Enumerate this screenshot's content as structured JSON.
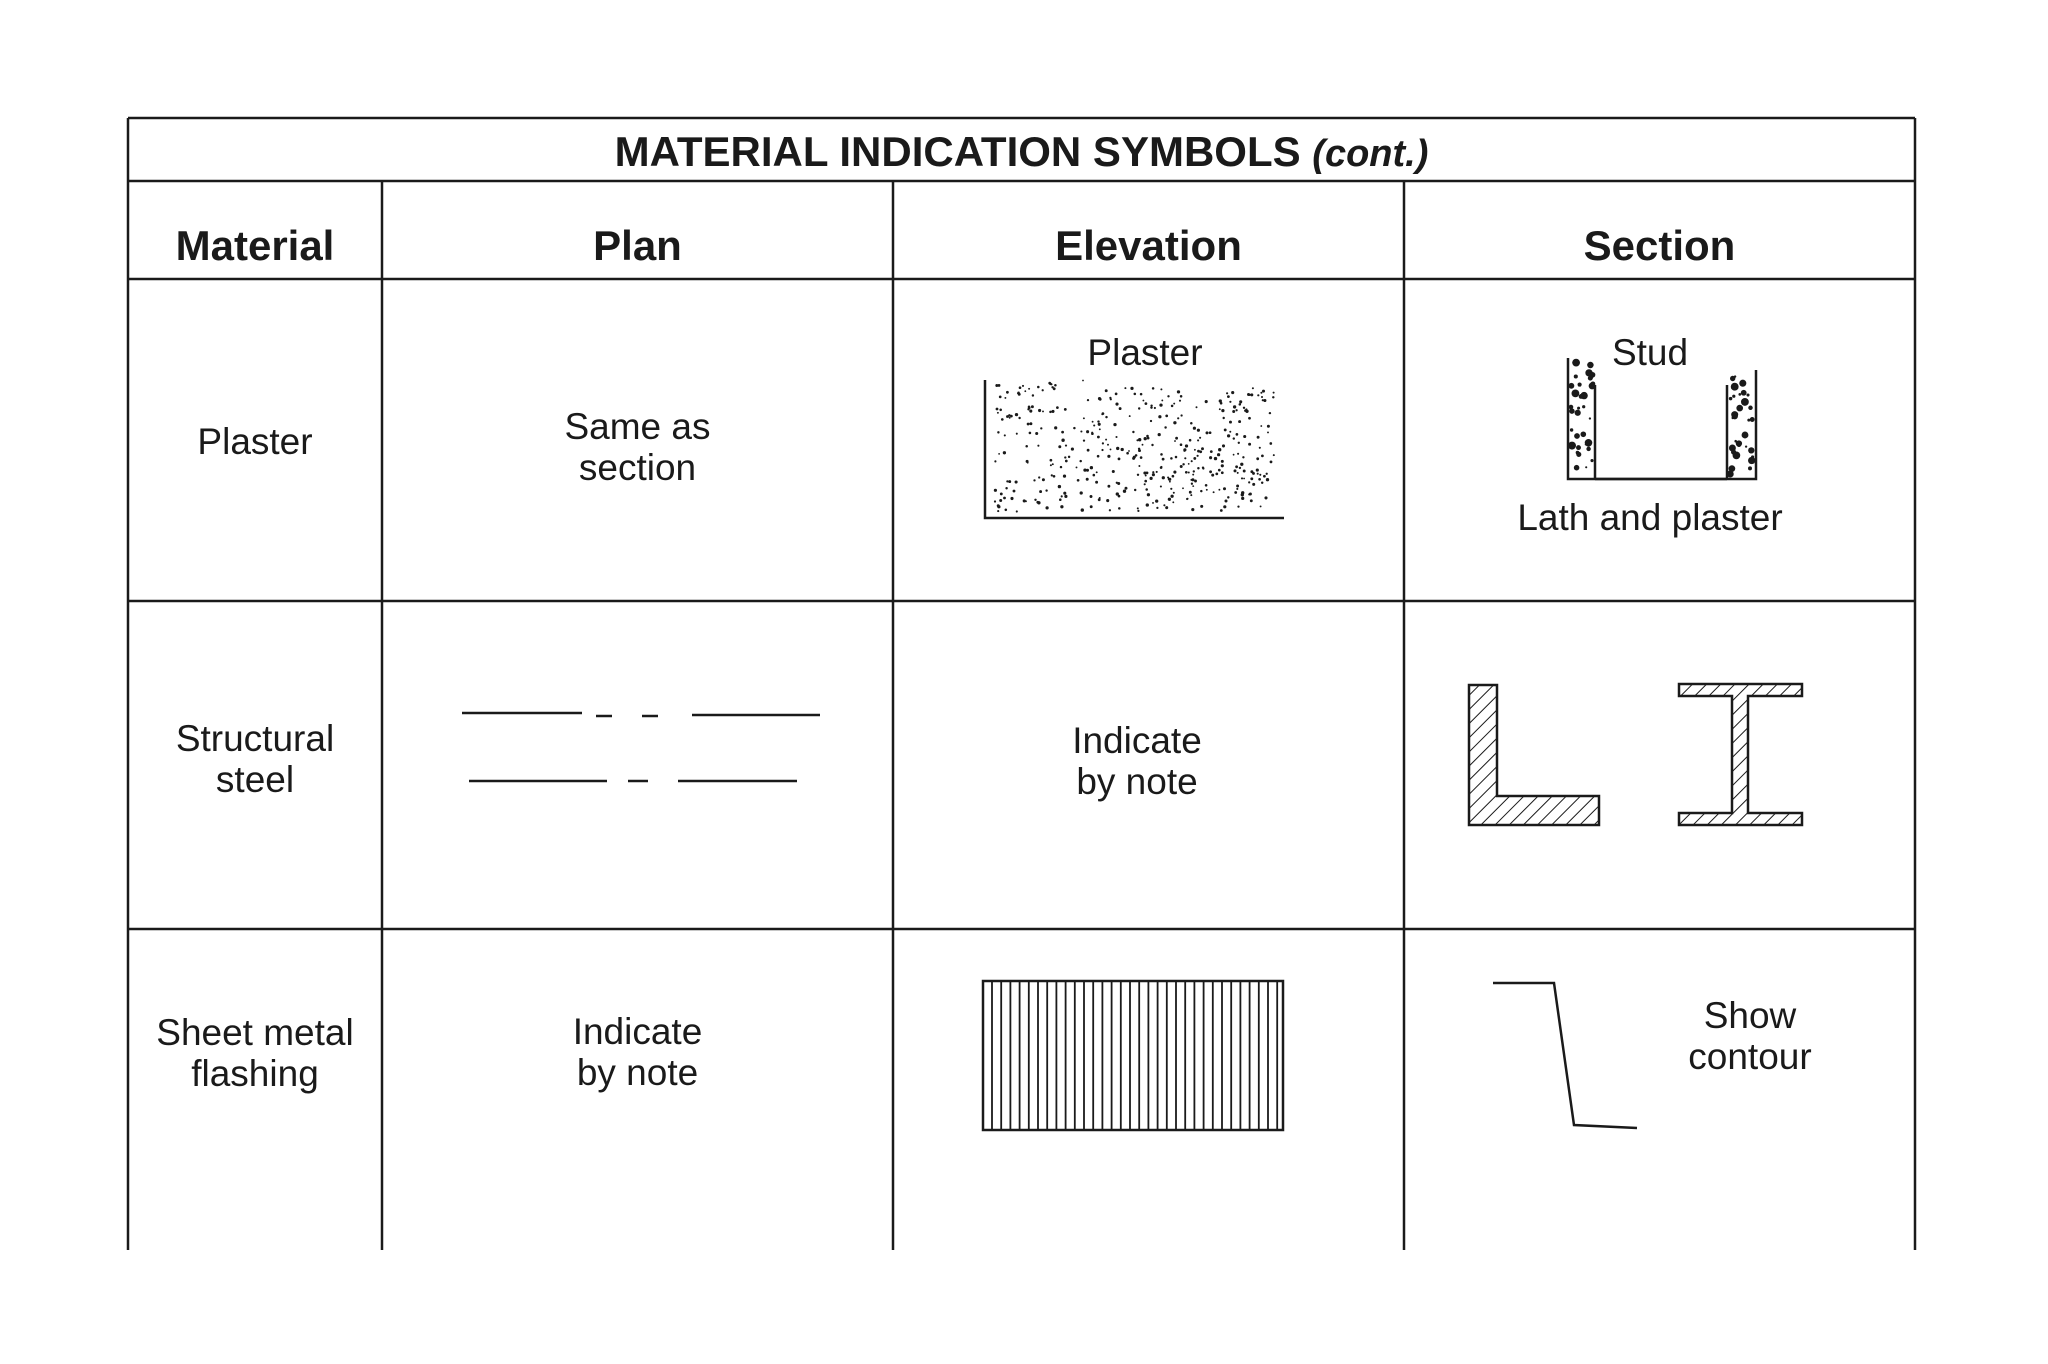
{
  "title": {
    "main": "MATERIAL INDICATION SYMBOLS",
    "suffix": "(cont.)"
  },
  "columns": [
    "Material",
    "Plan",
    "Elevation",
    "Section"
  ],
  "rows": [
    {
      "material": "Plaster",
      "plan": [
        "Same as",
        "section"
      ],
      "elevation_label": "Plaster",
      "section_top_label": "Stud",
      "section_bottom_label": "Lath and plaster"
    },
    {
      "material": [
        "Structural",
        "steel"
      ],
      "elevation": [
        "Indicate",
        "by note"
      ]
    },
    {
      "material": [
        "Sheet metal",
        "flashing"
      ],
      "plan": [
        "Indicate",
        "by note"
      ],
      "section_label": [
        "Show",
        "contour"
      ]
    }
  ],
  "icons": {
    "plaster_elevation": "stipple-pattern-icon",
    "lath_plaster_section": "stud-wall-section-icon",
    "steel_plan": "dashed-line-icon",
    "steel_section_angle": "angle-section-icon",
    "steel_section_ibeam": "i-beam-section-icon",
    "sheet_metal_elevation": "vertical-hatch-icon",
    "sheet_metal_section": "contour-line-icon"
  },
  "colors": {
    "line": "#1a1a1a",
    "background": "#ffffff"
  }
}
